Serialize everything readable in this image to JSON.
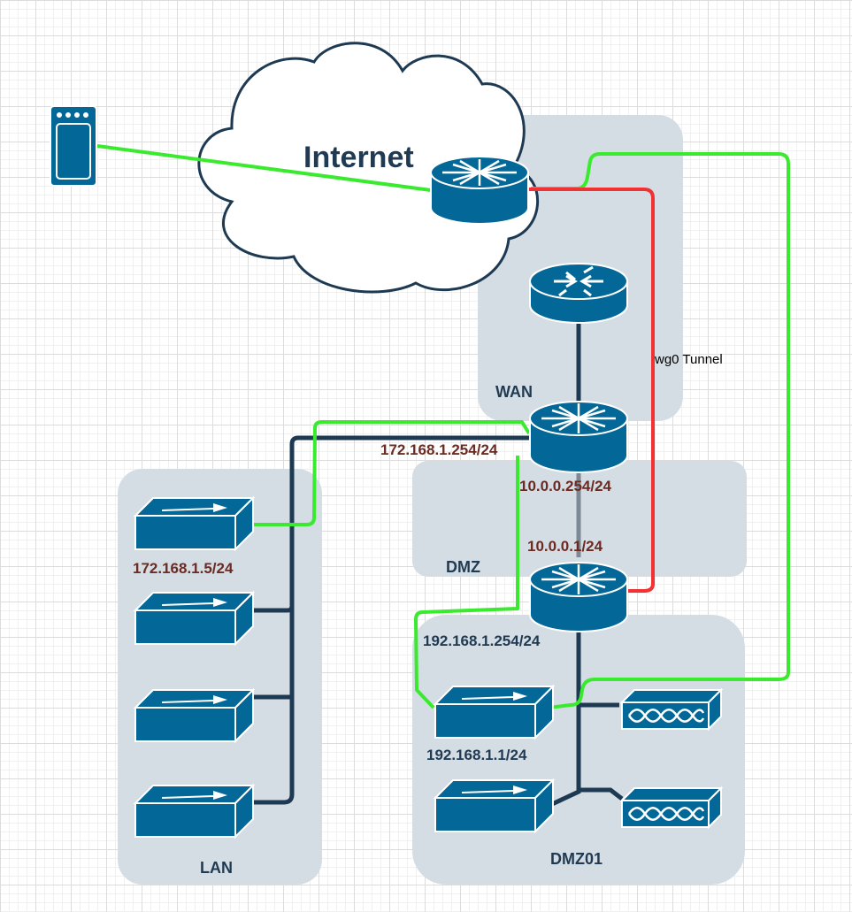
{
  "colors": {
    "zone_fill": "#d5dde4",
    "device_blue": "#036897",
    "outline": "#ffffff",
    "link_dark": "#1e3a52",
    "link_green": "#3aea2e",
    "link_red": "#f03232"
  },
  "cloud": {
    "label": "Internet"
  },
  "zones": {
    "wan": {
      "label": "WAN"
    },
    "dmz": {
      "label": "DMZ"
    },
    "lan": {
      "label": "LAN"
    },
    "dmz01": {
      "label": "DMZ01"
    }
  },
  "links": {
    "tunnel_label": "wg0 Tunnel"
  },
  "addresses": {
    "router_lan_ip": "172.168.1.254/24",
    "router_dmz_ip": "10.0.0.254/24",
    "dmz_router_ip": "10.0.0.1/24",
    "dmz01_gateway_ip": "192.168.1.254/24",
    "dmz01_switch_ip": "192.168.1.1/24",
    "lan_switch_ip": "172.168.1.5/24"
  },
  "icons": [
    "phone-icon",
    "internet-router-icon",
    "wan-router-icon",
    "edge-router-icon",
    "dmz-router-icon",
    "lan-switch-icon",
    "dmz-switch-icon",
    "server-icon"
  ]
}
